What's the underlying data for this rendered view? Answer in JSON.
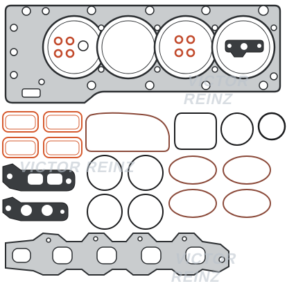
{
  "image": {
    "subject": "gasket set",
    "watermarks": [
      "VICTOR REINZ",
      "VICTOR REINZ",
      "VICTOR REINZ"
    ]
  },
  "colors": {
    "background": "#ffffff",
    "steel_fill": "#c9ccce",
    "steel_edge": "#2b2e31",
    "dark_part": "#3a3d40",
    "copper": "#c24a2c",
    "bolt_ring": "#d65a2e",
    "black_ring": "#1b1c1e",
    "brown_ring": "#8b4a3a"
  }
}
